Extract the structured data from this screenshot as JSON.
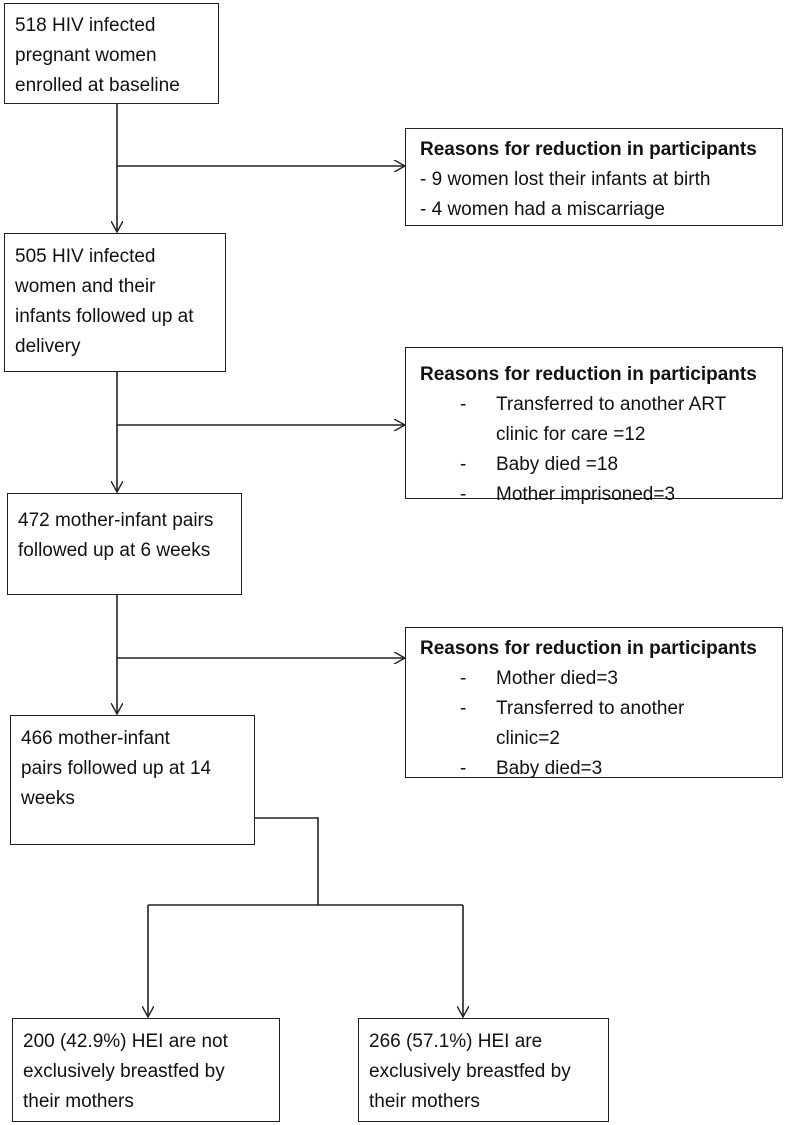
{
  "baseline": {
    "lines": [
      "518 HIV infected",
      "pregnant women",
      "enrolled at baseline"
    ]
  },
  "reasons_1": {
    "heading": "Reasons for reduction in participants",
    "items": [
      "- 9 women lost their infants at birth",
      "- 4 women had a miscarriage"
    ]
  },
  "delivery": {
    "lines": [
      "505 HIV infected",
      "women and their",
      "infants followed up at",
      "delivery"
    ]
  },
  "reasons_2": {
    "heading": "Reasons for reduction in participants",
    "dash": "-",
    "items": [
      {
        "lines": [
          "Transferred to another ART",
          "clinic for care =12"
        ]
      },
      {
        "lines": [
          "Baby died =18"
        ]
      },
      {
        "lines": [
          "Mother imprisoned=3"
        ]
      }
    ]
  },
  "week6": {
    "lines": [
      "472 mother-infant pairs",
      "followed up at 6 weeks"
    ]
  },
  "reasons_3": {
    "heading": "Reasons for reduction in participants",
    "dash": "-",
    "items": [
      {
        "lines": [
          "Mother died=3"
        ]
      },
      {
        "lines": [
          "Transferred to another",
          "clinic=2"
        ]
      },
      {
        "lines": [
          "Baby died=3"
        ]
      }
    ]
  },
  "week14": {
    "lines": [
      "466 mother-infant",
      "pairs followed up at 14",
      "weeks"
    ]
  },
  "not_exclusive": {
    "lines": [
      "200 (42.9%) HEI are not",
      "exclusively breastfed by",
      "their mothers"
    ]
  },
  "exclusive": {
    "lines": [
      "266 (57.1%) HEI are",
      "exclusively breastfed by",
      "their mothers"
    ]
  }
}
